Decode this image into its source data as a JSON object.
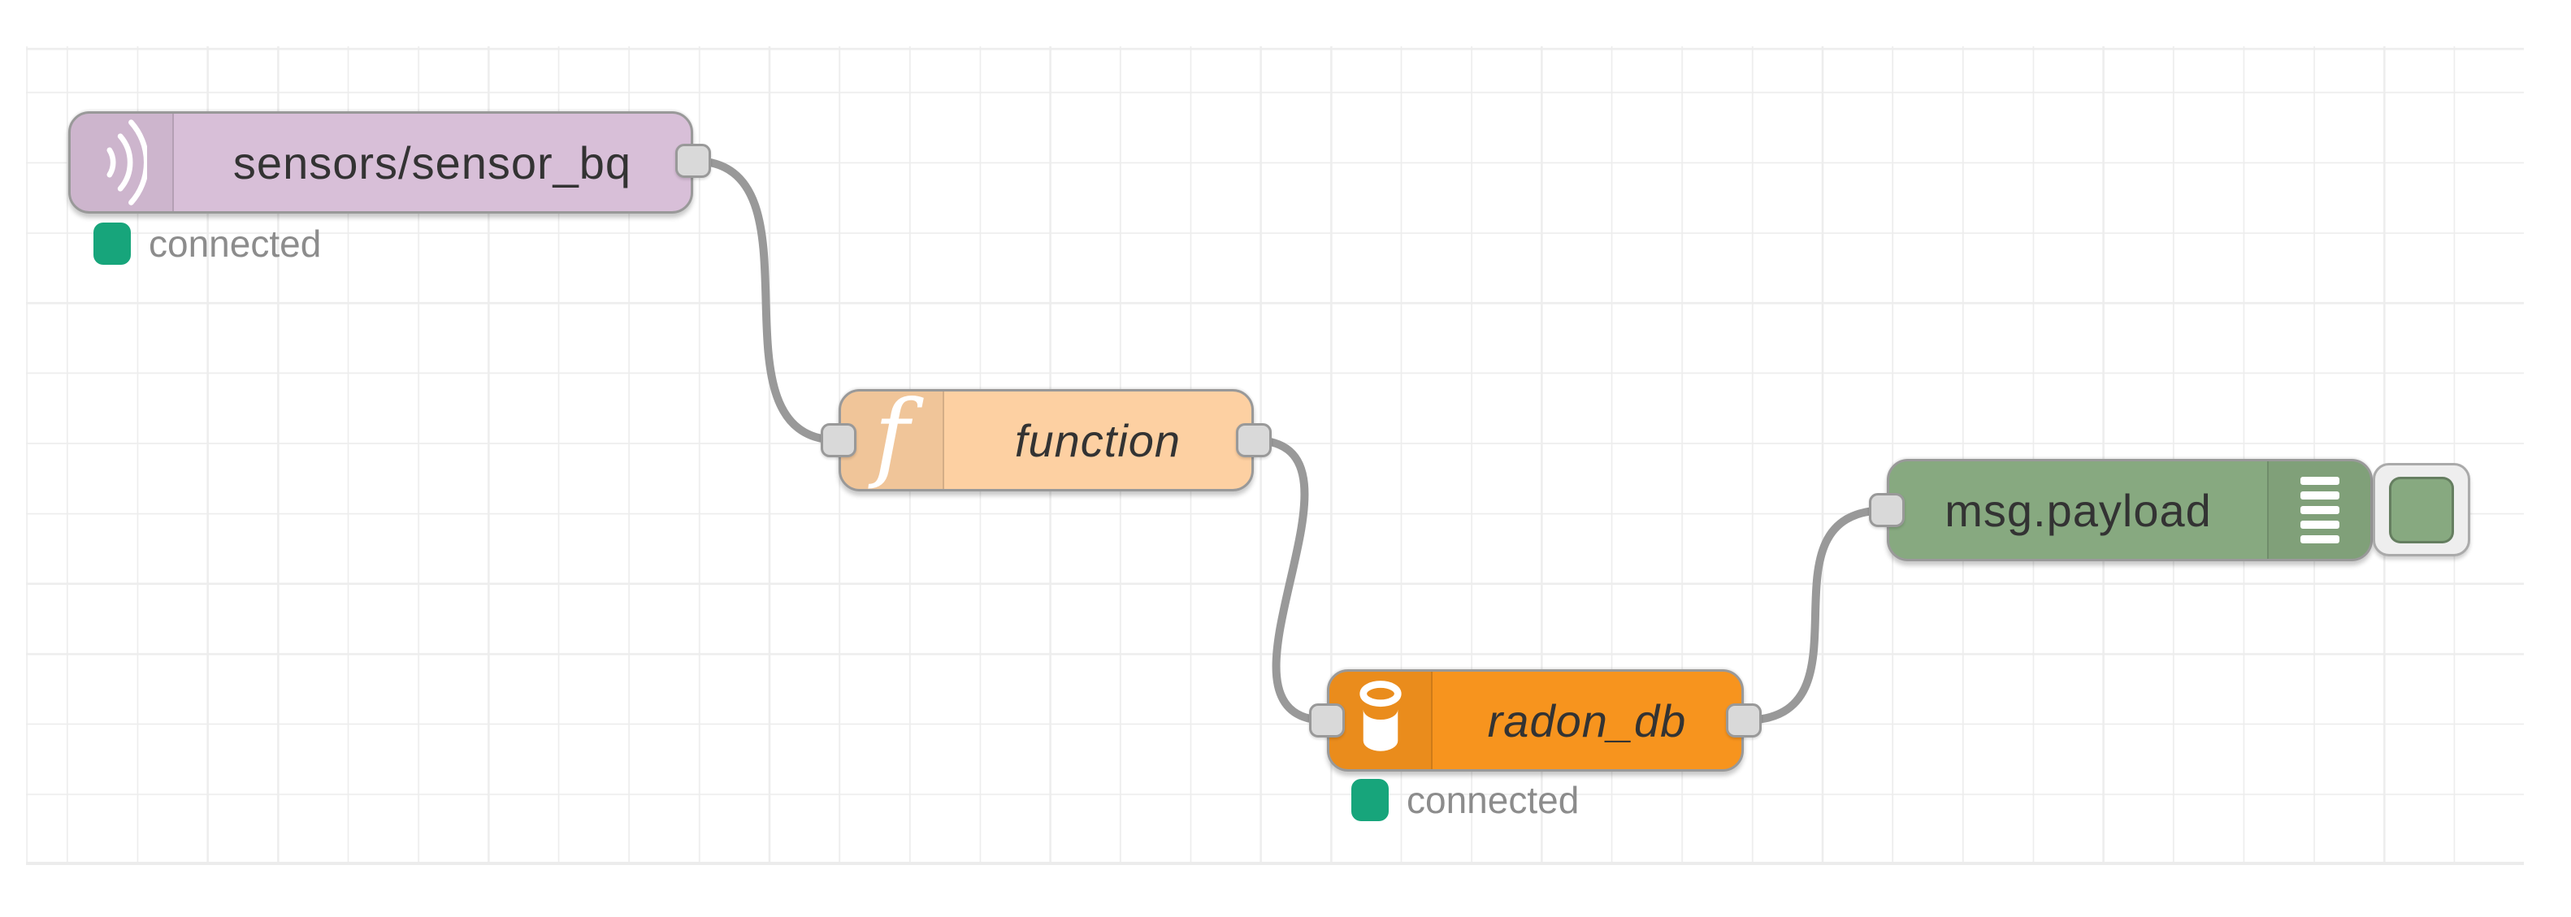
{
  "app": {
    "view": "flow-editor-canvas"
  },
  "canvas": {
    "background": "#ffffff",
    "grid_line_color": "#ededed",
    "wire_color": "#999999",
    "port_fill": "#d9d9d9",
    "port_border": "#999999"
  },
  "nodes": [
    {
      "id": "mqtt_in",
      "label": "sensors/sensor_bq",
      "color": "#d8bfd8",
      "icon": "wifi-signal-icon",
      "outputs": 1,
      "inputs": 0,
      "status": {
        "text": "connected",
        "indicator_color": "#17a57b"
      }
    },
    {
      "id": "function",
      "label": "function",
      "color": "#fdd0a2",
      "icon": "function-f-icon",
      "icon_glyph": "f",
      "outputs": 1,
      "inputs": 1
    },
    {
      "id": "radon_db",
      "label": "radon_db",
      "color": "#f7941e",
      "icon": "database-icon",
      "outputs": 1,
      "inputs": 1,
      "status": {
        "text": "connected",
        "indicator_color": "#17a57b"
      }
    },
    {
      "id": "debug",
      "label": "msg.payload",
      "color": "#87a980",
      "icon": "debug-output-icon",
      "outputs": 0,
      "inputs": 1,
      "button": {
        "enabled": true
      }
    }
  ],
  "connections": [
    {
      "from": "mqtt_in",
      "to": "function"
    },
    {
      "from": "function",
      "to": "radon_db"
    },
    {
      "from": "radon_db",
      "to": "debug"
    }
  ]
}
